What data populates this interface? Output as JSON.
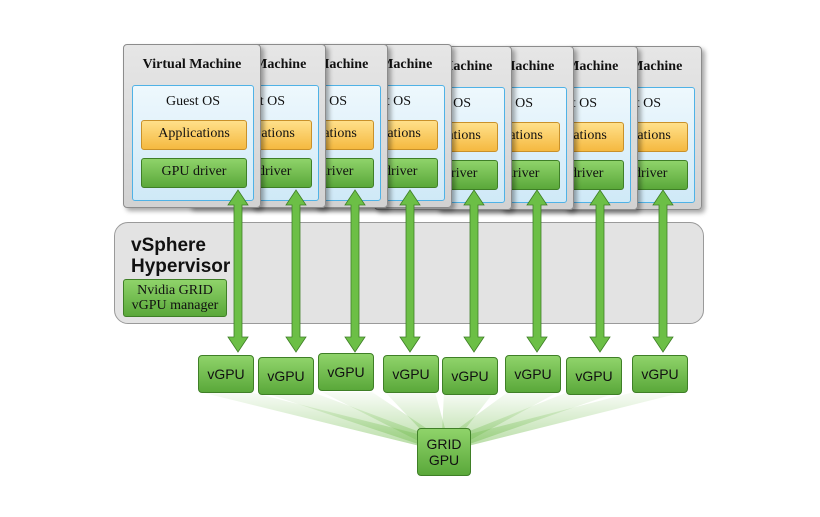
{
  "virtual_machines": [
    {
      "title": "Virtual Machine",
      "guest_os": "Guest OS",
      "applications": "Applications",
      "driver": "GPU driver"
    },
    {
      "title": "Virtual Machine",
      "guest_os": "Guest OS",
      "applications": "Applications",
      "driver": "GPU driver"
    },
    {
      "title": "Virtual Machine",
      "guest_os": "Guest OS",
      "applications": "Applications",
      "driver": "GPU driver"
    },
    {
      "title": "Virtual Machine",
      "guest_os": "Guest OS",
      "applications": "Applications",
      "driver": "GPU driver"
    },
    {
      "title": "Virtual Machine",
      "guest_os": "Guest OS",
      "applications": "Applications",
      "driver": "GPU driver"
    },
    {
      "title": "Virtual Machine",
      "guest_os": "Guest OS",
      "applications": "Applications",
      "driver": "GPU driver"
    },
    {
      "title": "Virtual Machine",
      "guest_os": "Guest OS",
      "applications": "Applications",
      "driver": "GPU driver"
    },
    {
      "title": "Virtual Machine",
      "guest_os": "Guest OS",
      "applications": "Applications",
      "driver": "GPU driver"
    }
  ],
  "hypervisor": {
    "title_line1": "vSphere",
    "title_line2": "Hypervisor",
    "manager_line1": "Nvidia GRID",
    "manager_line2": "vGPU manager"
  },
  "vgpus": [
    "vGPU",
    "vGPU",
    "vGPU",
    "vGPU",
    "vGPU",
    "vGPU",
    "vGPU",
    "vGPU"
  ],
  "physical_gpu": {
    "line1": "GRID",
    "line2": "GPU"
  },
  "colors": {
    "vm_background": "#dcdcdc",
    "guest_os_fill": "#d8eef9",
    "guest_os_border": "#4fb2e6",
    "applications_fill": "#f8c75a",
    "green_fill": "#6dbb4a",
    "hypervisor_fill": "#e3e3e3",
    "arrow": "#6cbf46"
  }
}
